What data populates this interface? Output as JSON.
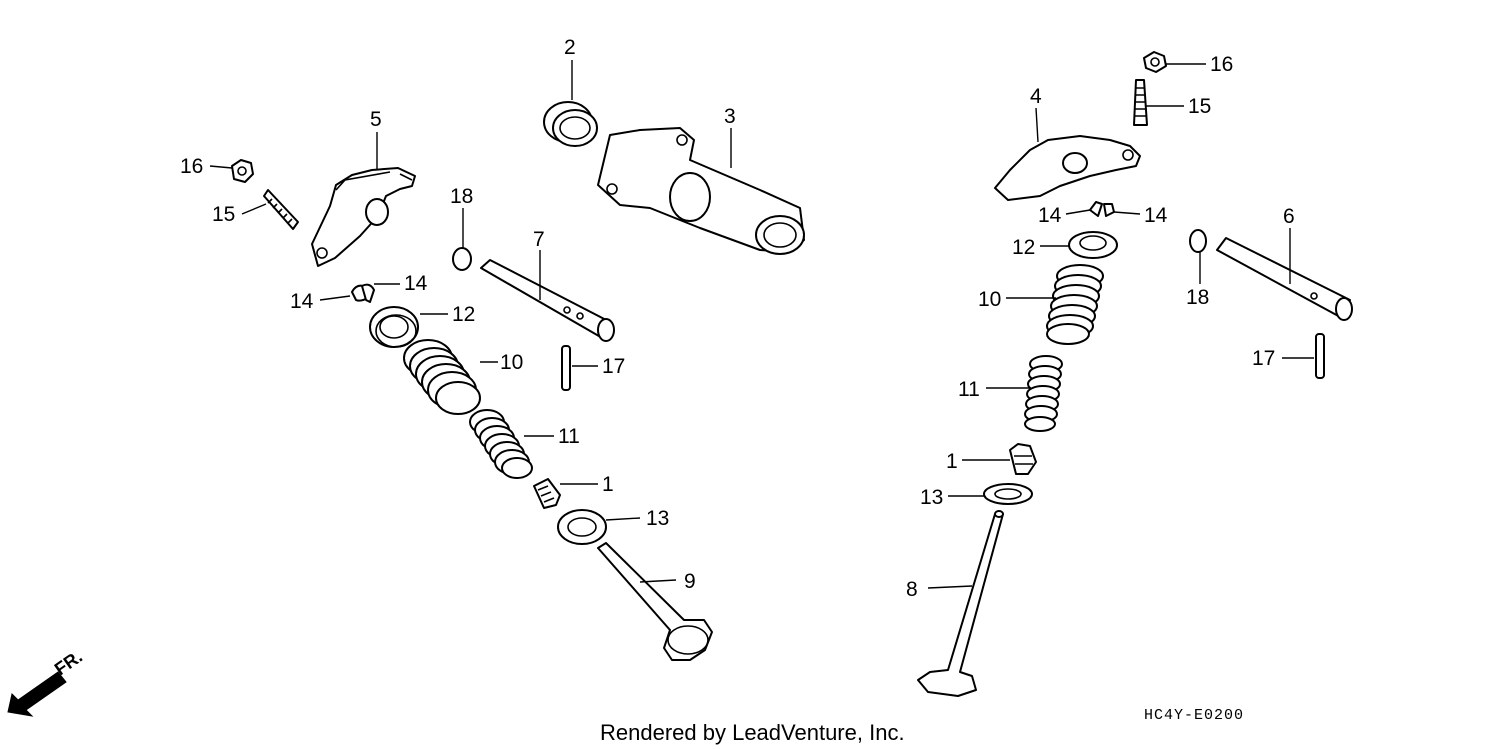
{
  "callouts": {
    "l1": "1",
    "l9": "9",
    "l10": "10",
    "l11": "11",
    "l12": "12",
    "l13": "13",
    "l14a": "14",
    "l14b": "14",
    "l15": "15",
    "l16": "16",
    "l17": "17",
    "l18": "18",
    "l2": "2",
    "l3": "3",
    "l5": "5",
    "l7": "7",
    "r1": "1",
    "r4": "4",
    "r6": "6",
    "r8": "8",
    "r10": "10",
    "r11": "11",
    "r12": "12",
    "r13": "13",
    "r14a": "14",
    "r14b": "14",
    "r15": "15",
    "r16": "16",
    "r17": "17",
    "r18": "18"
  },
  "diagram_code": "HC4Y-E0200",
  "credit": "Rendered by LeadVenture, Inc.",
  "direction_label": "FR."
}
